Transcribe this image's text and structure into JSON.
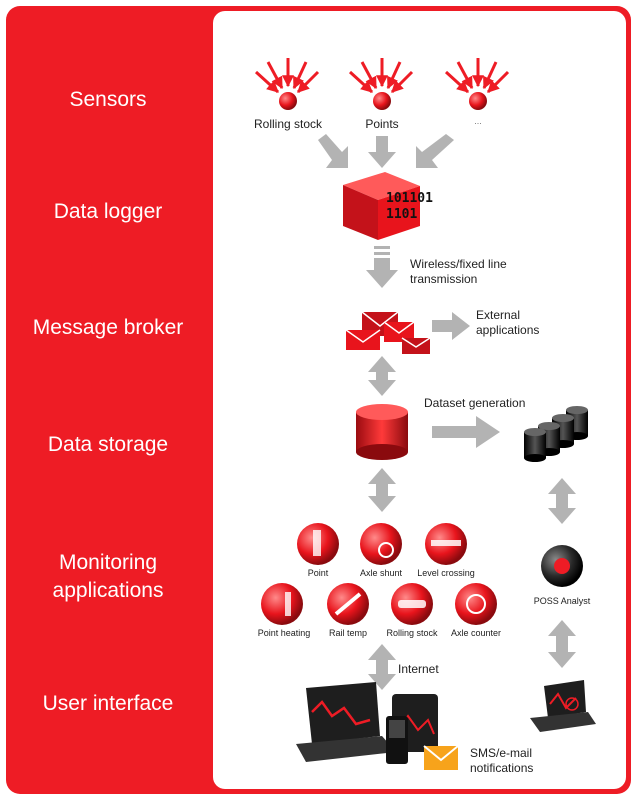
{
  "layers": [
    "Sensors",
    "Data logger",
    "Message broker",
    "Data storage",
    "Monitoring applications",
    "User interface"
  ],
  "sensors": [
    "Rolling stock",
    "Points",
    "..."
  ],
  "logger_bits": [
    "101101",
    "1101"
  ],
  "transmission": "Wireless/fixed line transmission",
  "external": "External applications",
  "dataset": "Dataset generation",
  "apps": [
    "Point",
    "Axle shunt",
    "Level crossing",
    "Point heating",
    "Rail temp",
    "Rolling stock",
    "Axle counter"
  ],
  "poss": "POSS Analyst",
  "internet": "Internet",
  "notifications": "SMS/e-mail notifications",
  "colors": {
    "brand_red": "#ee1c25",
    "arrow_grey": "#b3b3b3",
    "dark": "#1e1e1e"
  }
}
